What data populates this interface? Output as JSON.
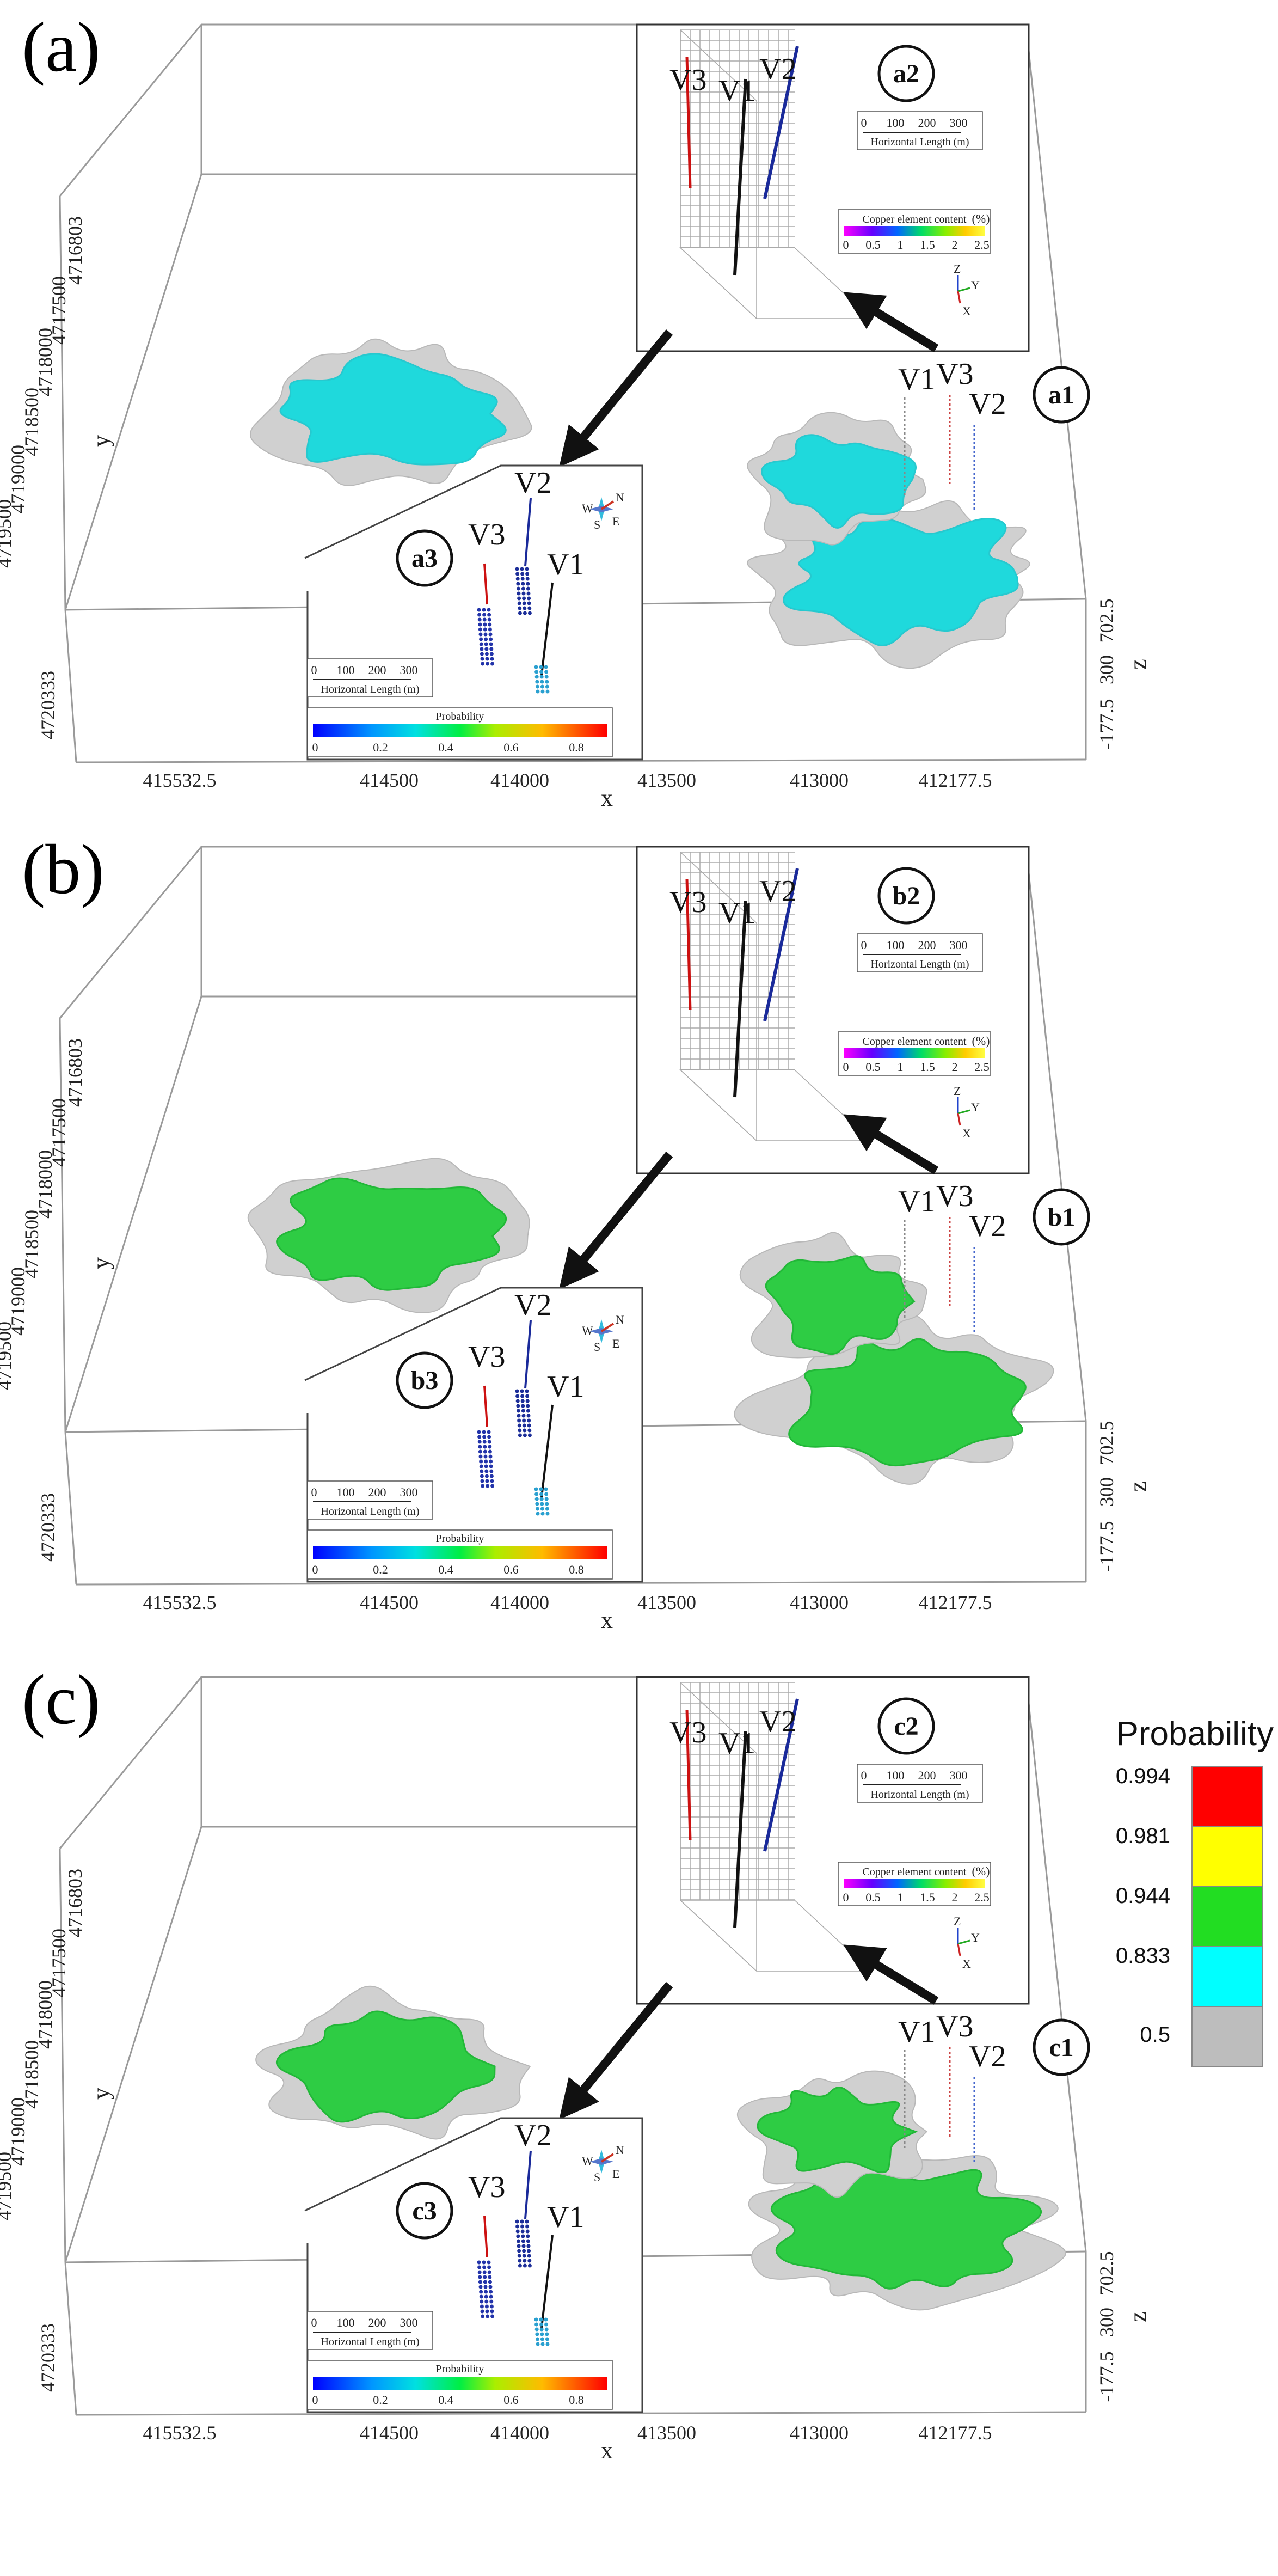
{
  "panels": [
    {
      "letter": "(a)",
      "circle_labels": {
        "p1": "a1",
        "p2": "a2",
        "p3": "a3"
      },
      "iso_color": "#1fd9dc",
      "inner_color": "#26c9cf"
    },
    {
      "letter": "(b)",
      "circle_labels": {
        "p1": "b1",
        "p2": "b2",
        "p3": "b3"
      },
      "iso_color": "#2ecc44",
      "inner_color": "#22b838"
    },
    {
      "letter": "(c)",
      "circle_labels": {
        "p1": "c1",
        "p2": "c2",
        "p3": "c3"
      },
      "iso_color": "#2ecc44",
      "inner_color": "#22b838"
    }
  ],
  "axes": {
    "x_name": "x",
    "y_name": "y",
    "z_name": "z",
    "x_ticks": [
      "415532.5",
      "414500",
      "414000",
      "413500",
      "413000",
      "412177.5"
    ],
    "y_ticks": [
      "4716803",
      "4717500",
      "4718000",
      "4718500",
      "4719000",
      "4719500",
      "4720333"
    ],
    "z_ticks": [
      "702.5",
      "300",
      "-177.5"
    ]
  },
  "veins": [
    "V1",
    "V2",
    "V3"
  ],
  "inset_scale": {
    "ticks": [
      "0",
      "100",
      "200",
      "300"
    ],
    "label": "Horizontal Length (m)"
  },
  "copper_bar": {
    "title": "Copper element content",
    "unit": "(%)",
    "ticks": [
      "0",
      "0.5",
      "1",
      "1.5",
      "2",
      "2.5"
    ]
  },
  "probability_bar": {
    "title": "Probability",
    "ticks": [
      "0",
      "0.2",
      "0.4",
      "0.6",
      "0.8"
    ]
  },
  "compass": {
    "n": "N",
    "s": "S",
    "e": "E",
    "w": "W"
  },
  "triad": {
    "x": "X",
    "y": "Y",
    "z": "Z"
  },
  "legend": {
    "title": "Probability",
    "entries": [
      {
        "label": "0.994",
        "color": "#ff0000"
      },
      {
        "label": "0.981",
        "color": "#ffff00"
      },
      {
        "label": "0.944",
        "color": "#22dd22"
      },
      {
        "label": "0.833",
        "color": "#00ffff"
      },
      {
        "label": "0.5",
        "color": "#bdbdbd"
      }
    ]
  },
  "colors": {
    "v1": "#111111",
    "v2": "#1a2a9a",
    "v3": "#cc1111",
    "box_line": "#9a9a9a",
    "gray_shell": "#d0d0d0"
  }
}
